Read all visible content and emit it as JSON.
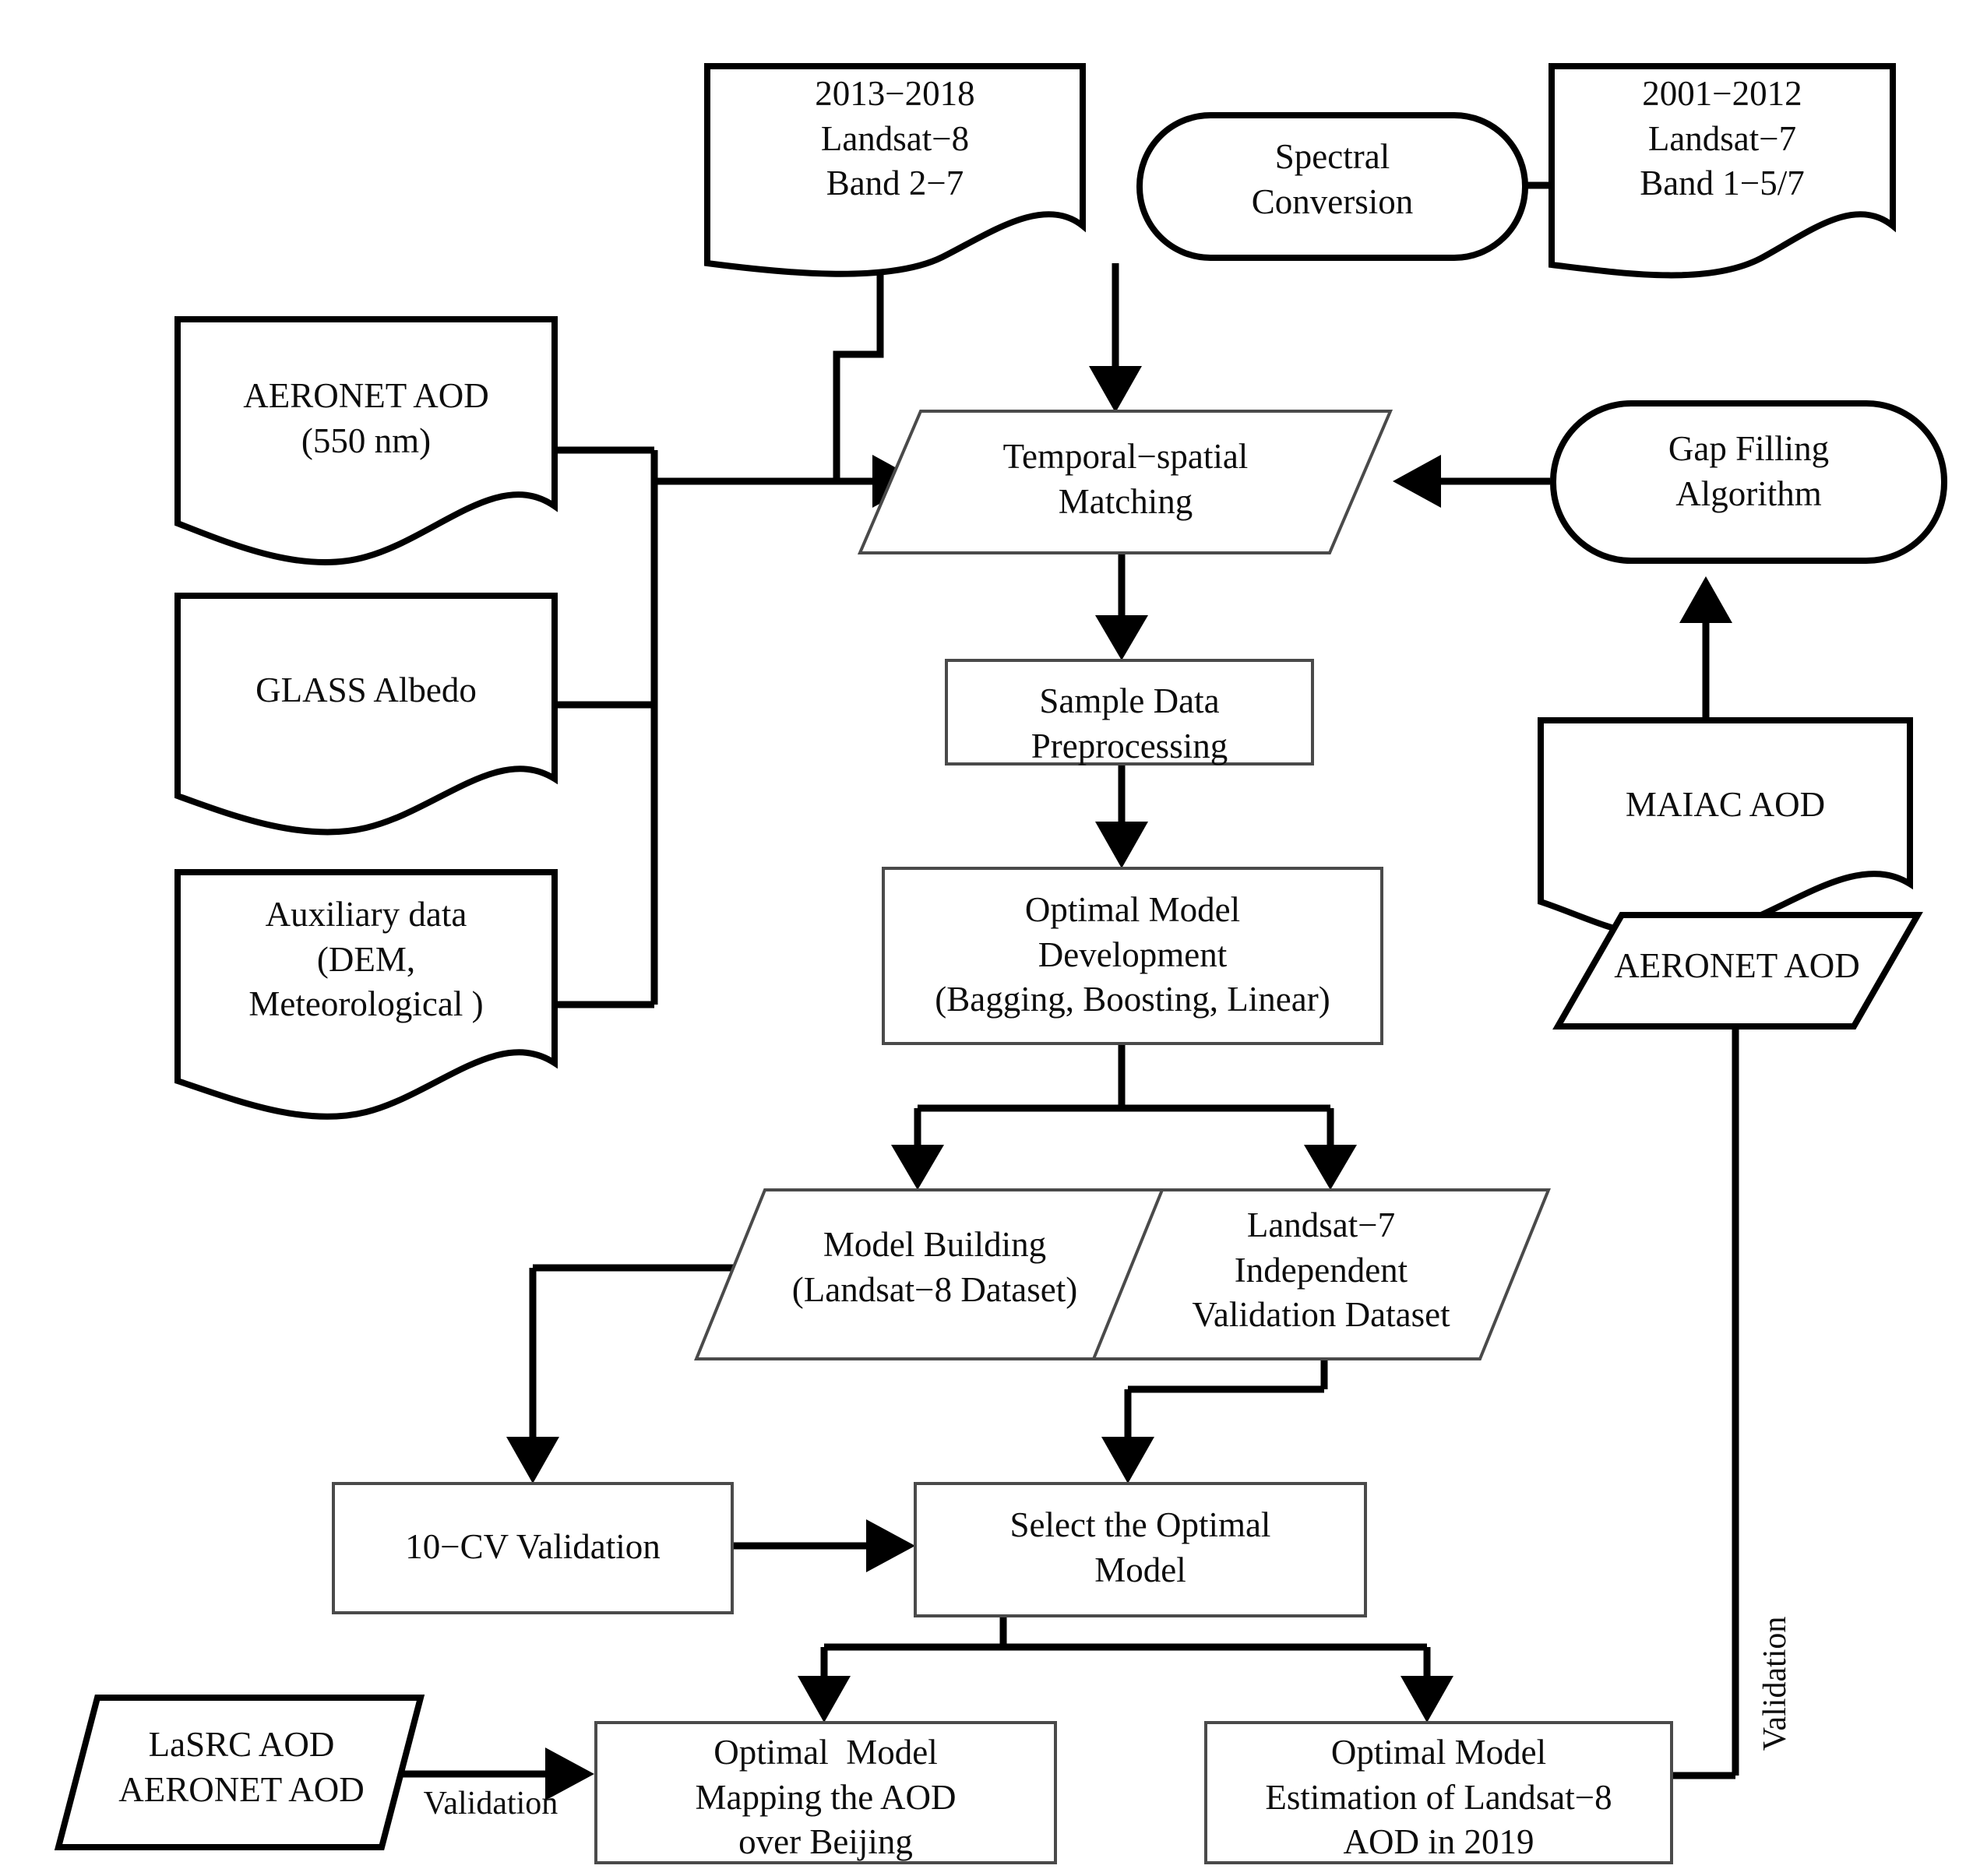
{
  "diagram": {
    "title": "AOD retrieval methodology flowchart",
    "colors": {
      "stroke_thick": "#000000",
      "stroke_thin": "#4a4a4a",
      "fill": "#ffffff",
      "text": "#0d0d0d"
    },
    "nodes": [
      {
        "id": "landsat8_source",
        "shape": "document",
        "lines": [
          "2013−2018",
          "Landsat−8",
          "Band 2−7"
        ]
      },
      {
        "id": "spectral_conversion",
        "shape": "stadium",
        "lines": [
          "Spectral",
          "Conversion"
        ]
      },
      {
        "id": "landsat7_source",
        "shape": "document",
        "lines": [
          "2001−2012",
          "Landsat−7",
          "Band 1−5/7"
        ]
      },
      {
        "id": "aeronet_aod_550",
        "shape": "document",
        "lines": [
          "AERONET AOD",
          "(550 nm)"
        ]
      },
      {
        "id": "glass_albedo",
        "shape": "document",
        "lines": [
          "GLASS Albedo"
        ]
      },
      {
        "id": "auxiliary_data",
        "shape": "document",
        "lines": [
          "Auxiliary data",
          "(DEM,",
          "Meteorological )"
        ]
      },
      {
        "id": "temporal_spatial_matching",
        "shape": "parallelogram",
        "lines": [
          "Temporal−spatial",
          "Matching"
        ]
      },
      {
        "id": "gap_filling_algorithm",
        "shape": "stadium",
        "lines": [
          "Gap Filling",
          "Algorithm"
        ]
      },
      {
        "id": "maiac_aod",
        "shape": "document",
        "lines": [
          "MAIAC AOD"
        ]
      },
      {
        "id": "sample_data_preprocessing",
        "shape": "rect",
        "lines": [
          "Sample Data",
          "Preprocessing"
        ]
      },
      {
        "id": "optimal_model_development",
        "shape": "rect",
        "lines": [
          "Optimal Model",
          "Development",
          "(Bagging, Boosting, Linear)"
        ]
      },
      {
        "id": "model_building",
        "shape": "parallelogram",
        "lines": [
          "Model Building",
          "(Landsat−8 Dataset)"
        ]
      },
      {
        "id": "landsat7_validation_dataset",
        "shape": "parallelogram",
        "lines": [
          "Landsat−7",
          "Independent",
          "Validation Dataset"
        ]
      },
      {
        "id": "cv_validation",
        "shape": "rect",
        "lines": [
          "10−CV Validation"
        ]
      },
      {
        "id": "select_optimal_model",
        "shape": "rect",
        "lines": [
          "Select the Optimal",
          "Model"
        ]
      },
      {
        "id": "aeronet_aod_right",
        "shape": "parallelogram",
        "lines": [
          "AERONET AOD"
        ]
      },
      {
        "id": "lasrc_aeronet",
        "shape": "parallelogram",
        "lines": [
          "LaSRC AOD",
          "AERONET AOD"
        ]
      },
      {
        "id": "optimal_model_mapping",
        "shape": "rect",
        "lines": [
          "Optimal  Model",
          "Mapping the AOD",
          "over Beijing"
        ]
      },
      {
        "id": "optimal_model_estimation",
        "shape": "rect",
        "lines": [
          "Optimal Model",
          "Estimation of Landsat−8",
          "AOD in 2019"
        ]
      }
    ],
    "edge_labels": [
      {
        "id": "validation_left",
        "text": "Validation",
        "orientation": "horizontal"
      },
      {
        "id": "validation_right",
        "text": "Validation",
        "orientation": "vertical"
      }
    ],
    "edges": [
      {
        "from": "landsat7_source",
        "to": "spectral_conversion"
      },
      {
        "from": "spectral_conversion",
        "to": "temporal_spatial_matching"
      },
      {
        "from": "landsat8_source",
        "to": "temporal_spatial_matching"
      },
      {
        "from": "aeronet_aod_550",
        "to": "temporal_spatial_matching"
      },
      {
        "from": "glass_albedo",
        "to": "temporal_spatial_matching"
      },
      {
        "from": "auxiliary_data",
        "to": "temporal_spatial_matching"
      },
      {
        "from": "gap_filling_algorithm",
        "to": "temporal_spatial_matching"
      },
      {
        "from": "maiac_aod",
        "to": "gap_filling_algorithm"
      },
      {
        "from": "temporal_spatial_matching",
        "to": "sample_data_preprocessing"
      },
      {
        "from": "sample_data_preprocessing",
        "to": "optimal_model_development"
      },
      {
        "from": "optimal_model_development",
        "to": "model_building"
      },
      {
        "from": "optimal_model_development",
        "to": "landsat7_validation_dataset"
      },
      {
        "from": "model_building",
        "to": "cv_validation"
      },
      {
        "from": "cv_validation",
        "to": "select_optimal_model"
      },
      {
        "from": "landsat7_validation_dataset",
        "to": "select_optimal_model"
      },
      {
        "from": "select_optimal_model",
        "to": "optimal_model_mapping"
      },
      {
        "from": "select_optimal_model",
        "to": "optimal_model_estimation"
      },
      {
        "from": "lasrc_aeronet",
        "to": "optimal_model_mapping",
        "label": "Validation"
      },
      {
        "from": "aeronet_aod_right",
        "to": "optimal_model_estimation",
        "label": "Validation"
      }
    ]
  }
}
